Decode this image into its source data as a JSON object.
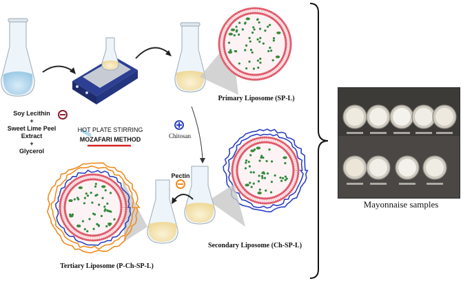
{
  "labels": {
    "ingredients": [
      "Soy Lecithin",
      "+",
      "Sweet Lime Peel",
      "Extract",
      "+",
      "Glycerol"
    ],
    "hot_plate_line1": "HOT PLATE STIRRING",
    "hot_plate_line2": "MOZAFARI METHOD",
    "primary": "Primary Liposome  (SP-L)",
    "chitosan": "Chitosan",
    "pectin": "Pectin",
    "secondary": "Secondary Liposome (Ch-SP-L)",
    "tertiary": "Tertiary Liposome (P-Ch-SP-L)",
    "caption": "Mayonnaise samples"
  },
  "colors": {
    "lipid_head": "#e05a6a",
    "inner_dot": "#2e8a3e",
    "chitosan_layer": "#2b3fbf",
    "pectin_layer": "#f08a1c",
    "mozafari_underline": "#d62020"
  },
  "icons": {
    "negative_charge": "minus-circle",
    "positive_charge": "plus-circle"
  }
}
